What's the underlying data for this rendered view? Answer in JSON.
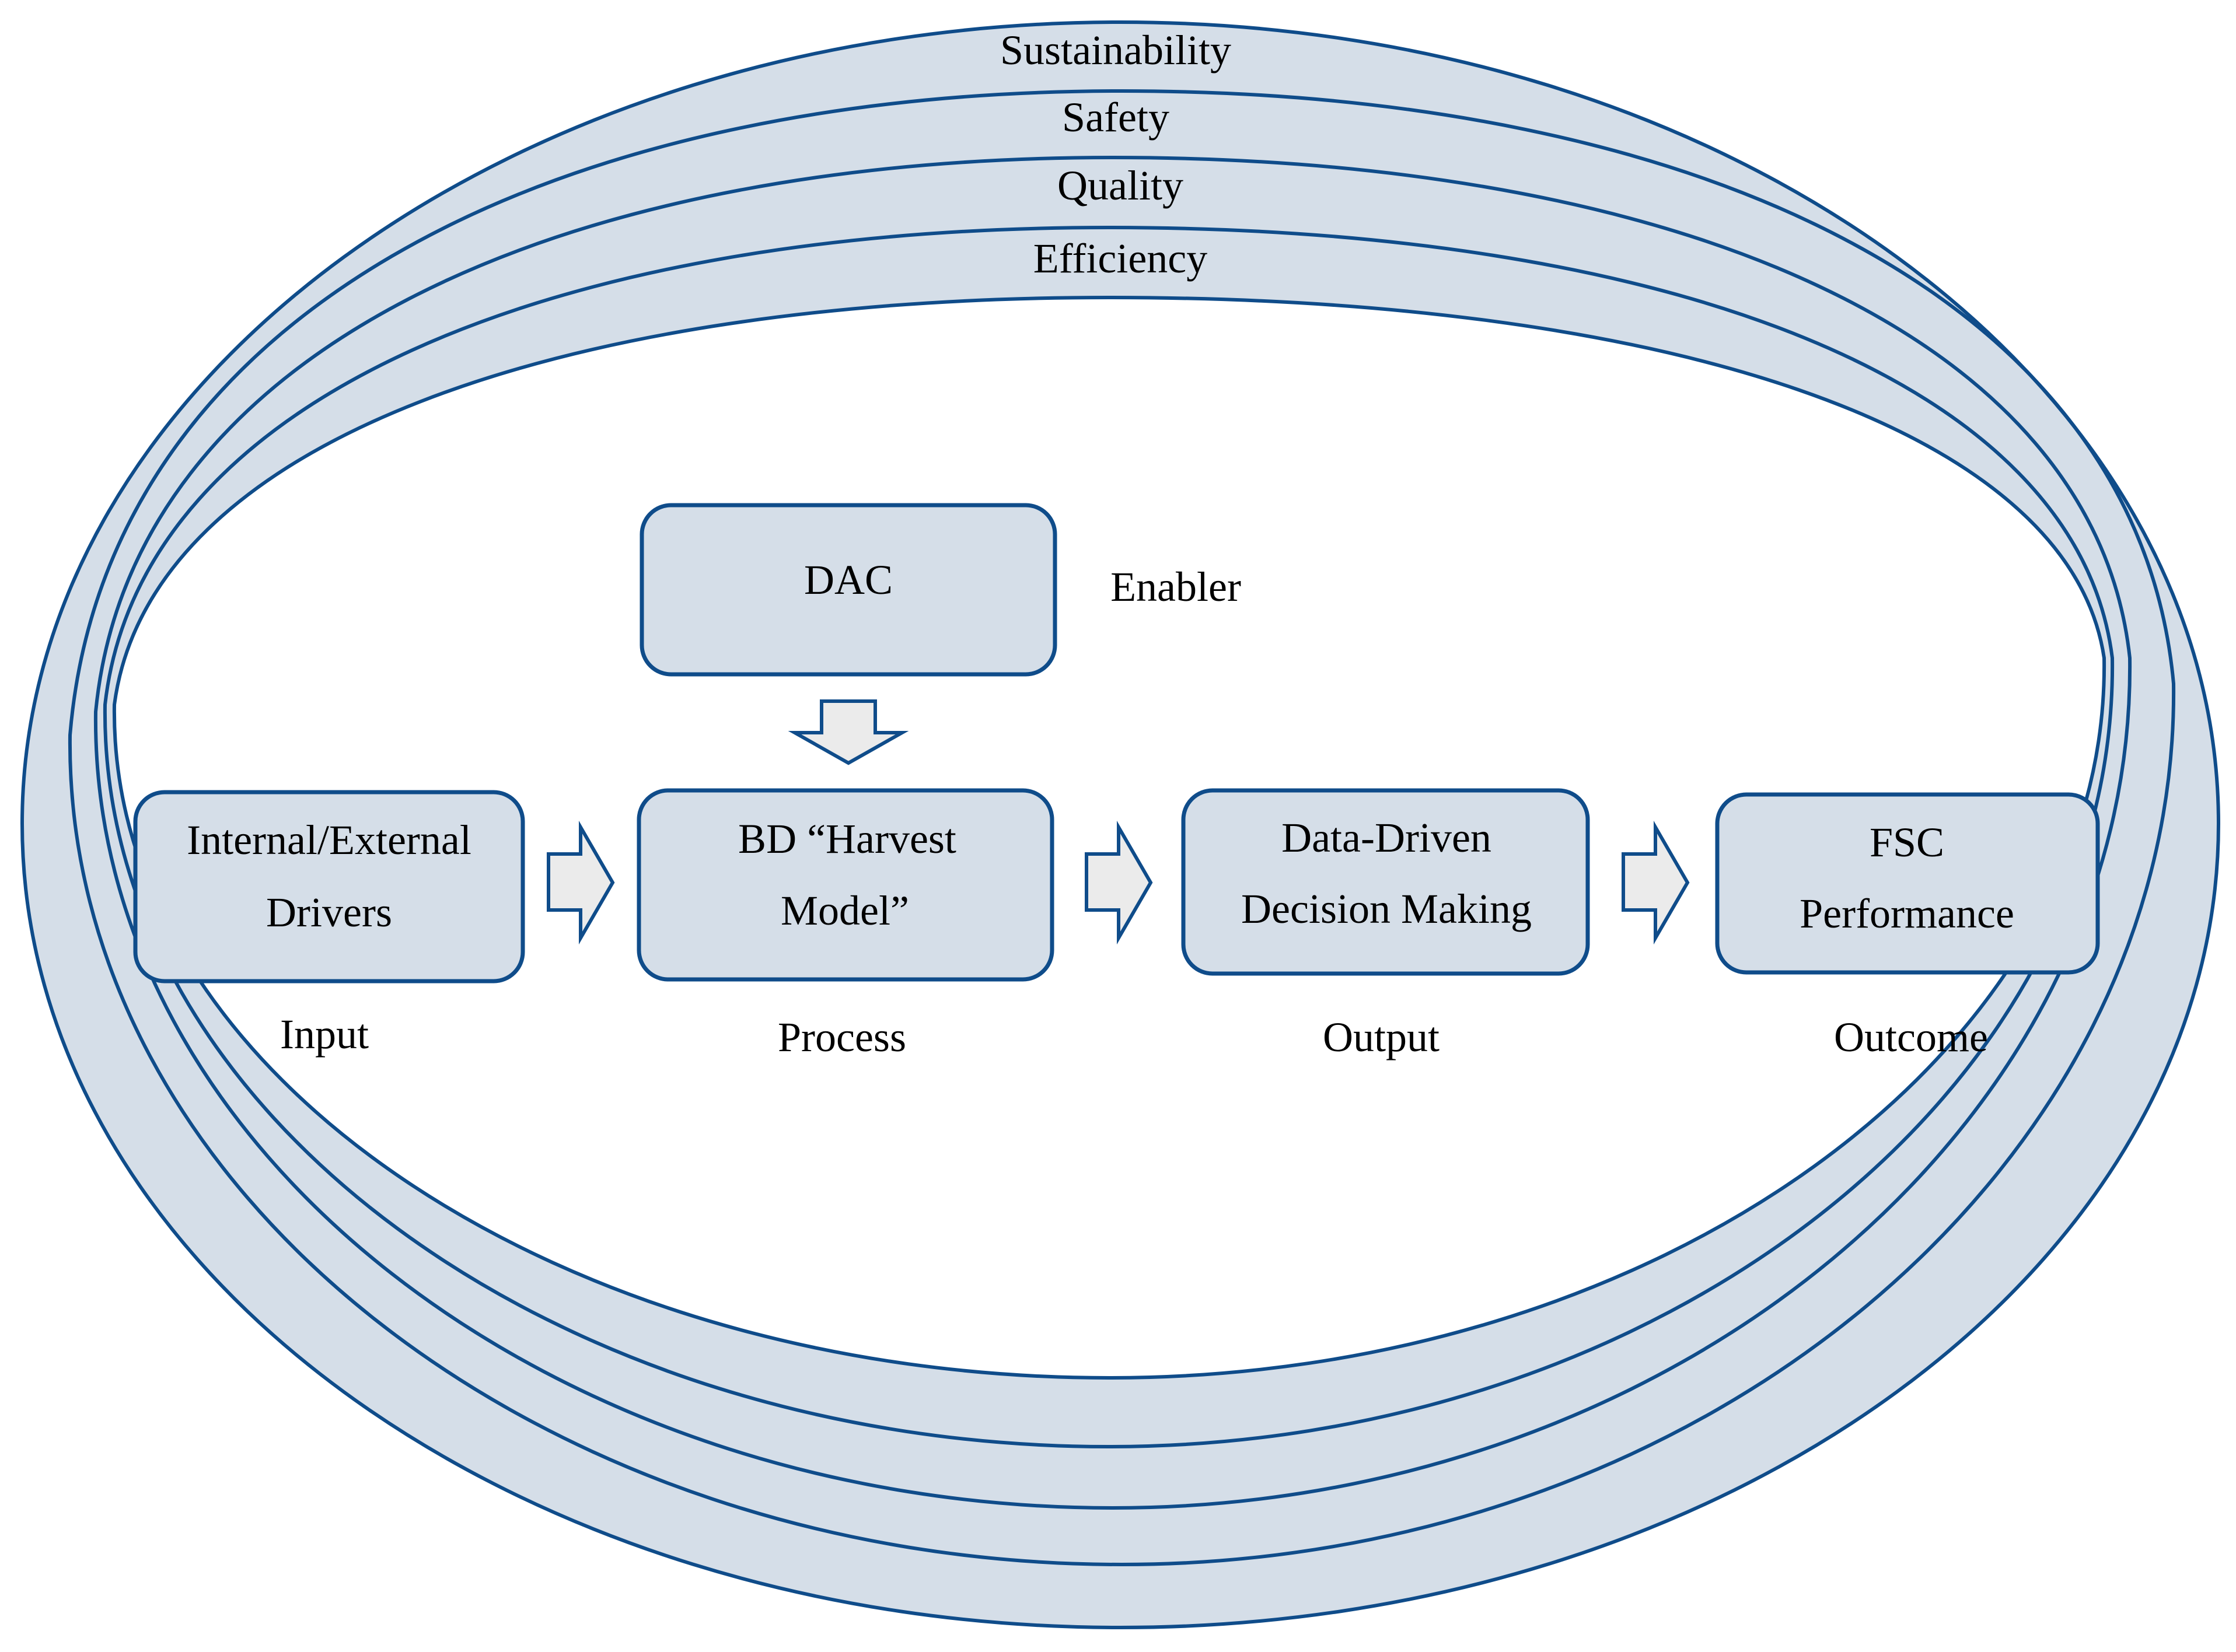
{
  "colors": {
    "stroke": "#0f4c8a",
    "fill": "#d5dee8",
    "arrow_fill": "#ebebeb",
    "background": "#ffffff"
  },
  "rings": [
    {
      "label": "Sustainability"
    },
    {
      "label": "Safety"
    },
    {
      "label": "Quality"
    },
    {
      "label": "Efficiency"
    }
  ],
  "enabler": {
    "box": "DAC",
    "label": "Enabler"
  },
  "stages": [
    {
      "box_lines": [
        "Internal/External",
        "Drivers"
      ],
      "label": "Input"
    },
    {
      "box_lines": [
        "BD “Harvest",
        "Model”"
      ],
      "label": "Process"
    },
    {
      "box_lines": [
        "Data-Driven",
        "Decision Making"
      ],
      "label": "Output"
    },
    {
      "box_lines": [
        "FSC",
        "Performance"
      ],
      "label": "Outcome"
    }
  ]
}
